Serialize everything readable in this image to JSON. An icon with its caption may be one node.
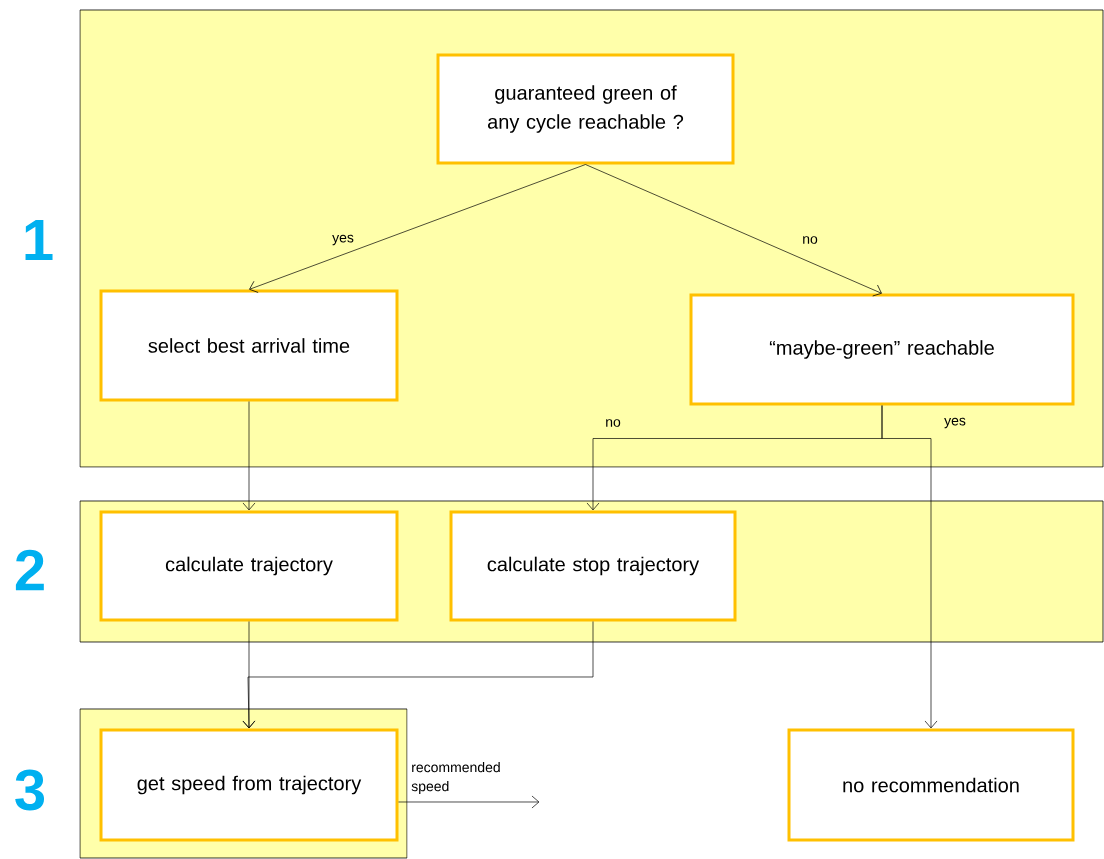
{
  "diagram": {
    "nodes": [
      {
        "text": [],
        "shape": "box",
        "beside": [
          "1"
        ]
      },
      {
        "text": [
          "guaranteed green of any cycle reachable ?"
        ],
        "in": 0
      },
      {
        "text": [
          "select best arrival time"
        ],
        "in": 0
      },
      {
        "text": [
          "“maybe-green” reachable"
        ],
        "in": 0
      },
      {
        "text": [],
        "shape": "box",
        "beside": [
          "2"
        ]
      },
      {
        "text": [
          "calculate trajectory"
        ],
        "in": 4
      },
      {
        "text": [
          "calculate stop trajectory"
        ],
        "in": 4
      },
      {
        "text": [],
        "shape": "box",
        "beside": [
          "3"
        ]
      },
      {
        "text": [
          "get speed from trajectory"
        ],
        "in": 7
      },
      {
        "text": [
          "no recommendation"
        ]
      }
    ],
    "edges": [
      {
        "from": 1,
        "to": 2,
        "arrow": "to",
        "label": "yes"
      },
      {
        "from": 1,
        "to": 3,
        "arrow": "to",
        "label": "no"
      },
      {
        "from": 2,
        "to": 5,
        "arrow": "to"
      },
      {
        "from": 3,
        "to": 6,
        "arrow": "to",
        "label": "no"
      },
      {
        "from": 3,
        "to": 9,
        "arrow": "to",
        "label": "yes"
      },
      {
        "from": 5,
        "to": 8,
        "arrow": "to"
      },
      {
        "from": 6,
        "to": 8,
        "arrow": "to"
      },
      {
        "from": 8,
        "to": null,
        "arrow": "to",
        "label": "recommended speed"
      }
    ]
  }
}
